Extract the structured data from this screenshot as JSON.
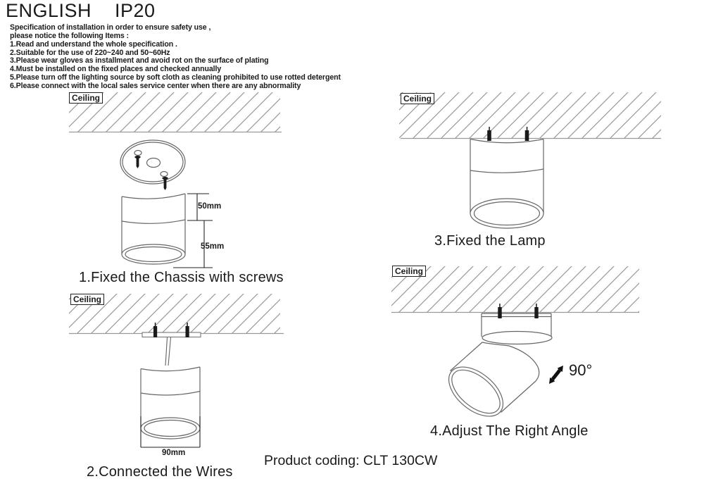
{
  "header": {
    "language": "ENGLISH",
    "rating": "IP20"
  },
  "spec": {
    "lines": [
      "Specification of installation in order to ensure safety use ,",
      "please notice the following Items :",
      "1.Read and understand the whole specification .",
      "2.Suitable for the use of 220~240 and 50~60Hz",
      "3.Please wear gloves as installment and avoid rot on the surface of plating",
      "4.Must be installed on the fixed places and checked annually",
      "5.Please turn off the lighting source by soft cloth as cleaning prohibited to use rotted detergent",
      "6.Please connect with the local sales service center when there are any abnormality"
    ]
  },
  "diagrams": {
    "d1": {
      "ceiling_label": "Ceiling",
      "dim_upper": "50mm",
      "dim_lower": "55mm",
      "caption": "1.Fixed the Chassis with screws"
    },
    "d2": {
      "ceiling_label": "Ceiling",
      "dim_width": "90mm",
      "caption": "2.Connected the Wires"
    },
    "d3": {
      "ceiling_label": "Ceiling",
      "caption": "3.Fixed the Lamp"
    },
    "d4": {
      "ceiling_label": "Ceiling",
      "angle_label": "90°",
      "caption": "4.Adjust The Right Angle"
    }
  },
  "footer": {
    "product_coding": "Product coding: CLT 130CW"
  },
  "colors": {
    "line": "#666666",
    "hatch": "#999999",
    "screw": "#1a1a1a",
    "dimension": "#222222",
    "text": "#1a1a1a"
  }
}
